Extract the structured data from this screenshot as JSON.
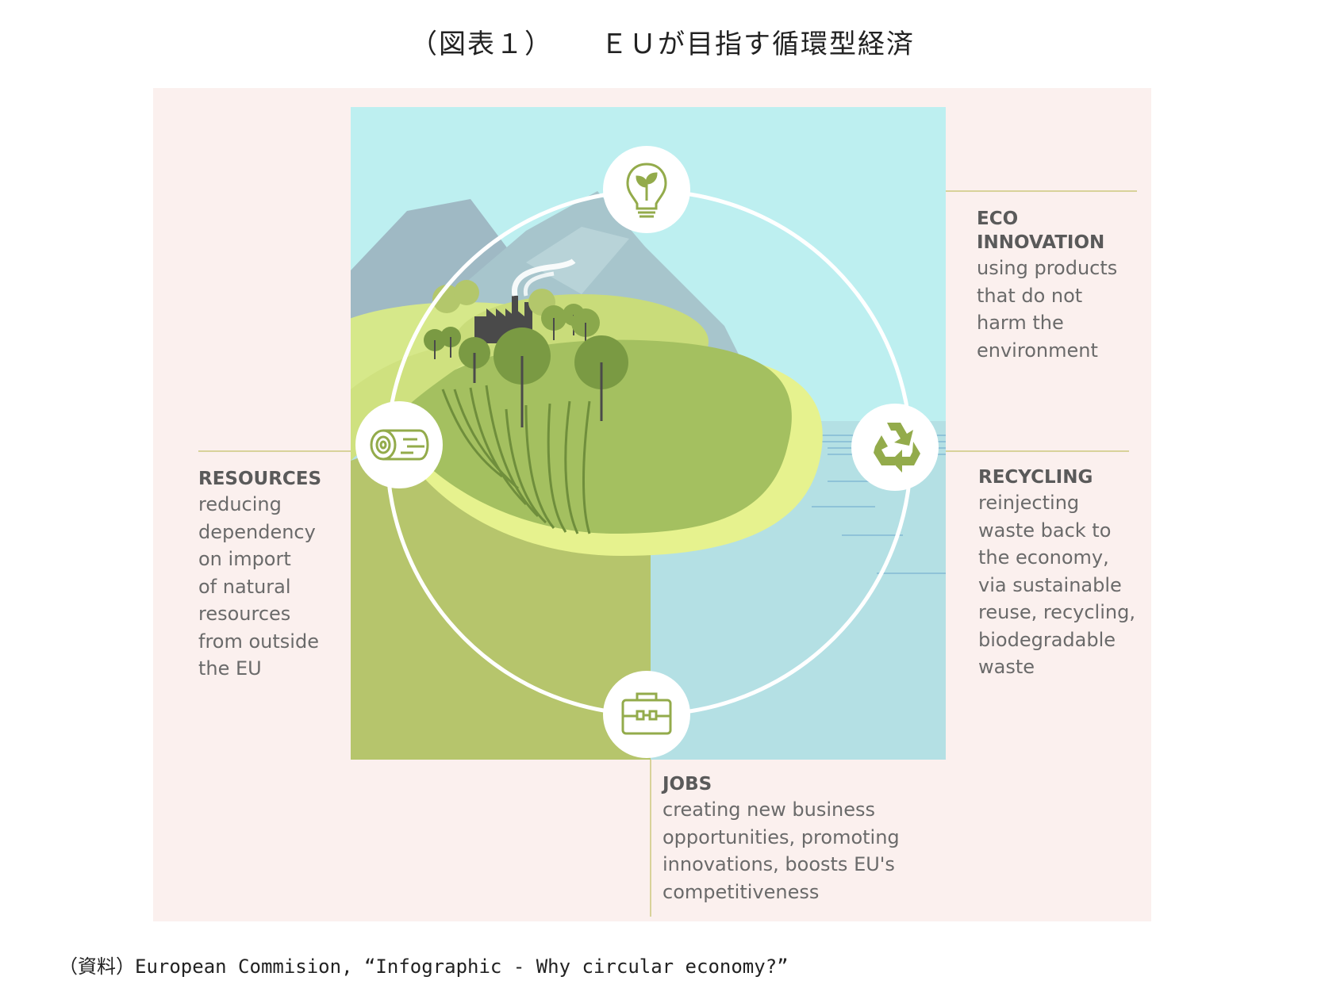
{
  "title": {
    "label": "（図表１）",
    "text": "ＥＵが目指す循環型経済"
  },
  "items": {
    "eco_innovation": {
      "heading": "ECO\nINNOVATION",
      "body": "using products\nthat do not\nharm the\nenvironment",
      "icon": "lightbulb-sprout-icon"
    },
    "resources": {
      "heading": "RESOURCES",
      "body": "reducing\ndependency\non import\nof natural\nresources\nfrom outside\nthe EU",
      "icon": "log-icon"
    },
    "recycling": {
      "heading": "RECYCLING",
      "body": "reinjecting\nwaste back to\nthe economy,\nvia sustainable\nreuse, recycling,\nbiodegradable\nwaste",
      "icon": "recycle-icon"
    },
    "jobs": {
      "heading": "JOBS",
      "body": "creating new business\nopportunities, promoting\ninnovations, boosts EU's\ncompetitiveness",
      "icon": "briefcase-icon"
    }
  },
  "source": "（資料）European Commision, “Infographic - Why circular economy?”",
  "colors": {
    "panel_bg": "#fbf0ee",
    "sky": "#bdeff0",
    "water": "#b4e0e4",
    "green_field": "#b6c56c",
    "icon_green": "#93ab4b",
    "leader_line": "#d8d29a"
  }
}
